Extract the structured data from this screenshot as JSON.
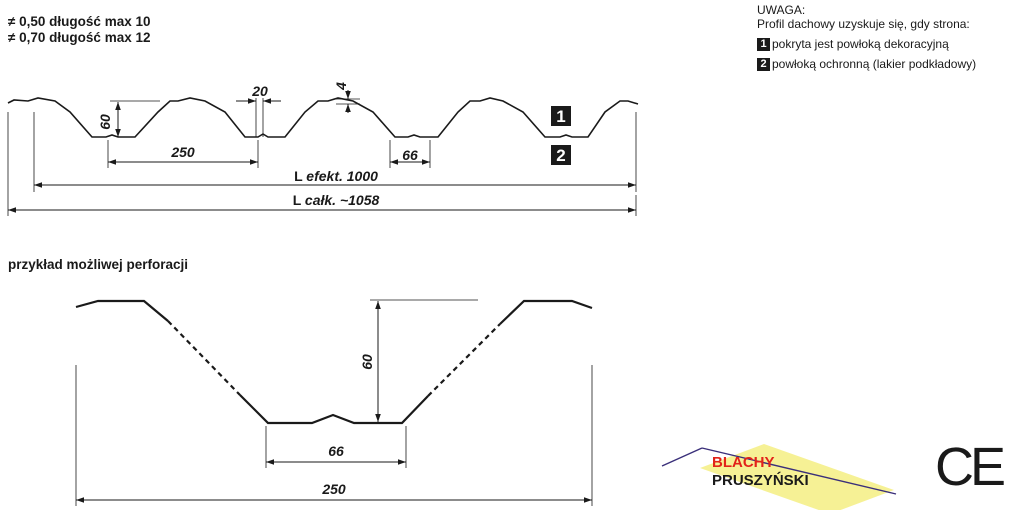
{
  "thickness": {
    "line1": "≠ 0,50 długość max 10",
    "line2": "≠ 0,70 długość max 12"
  },
  "note": {
    "title": "UWAGA:",
    "text": "Profil dachowy uzyskuje się, gdy strona:",
    "items": [
      {
        "num": "1",
        "label": "pokryta jest powłoką dekoracyjną"
      },
      {
        "num": "2",
        "label": "powłoką ochronną (lakier podkładowy)"
      }
    ]
  },
  "profile": {
    "height": "60",
    "rib_width": "20",
    "rib_height": "4",
    "pitch": "250",
    "bottom_width": "66",
    "side_markers": [
      "1",
      "2"
    ],
    "effective_width": "L efekt. 1000",
    "total_width": "L całk. ~1058"
  },
  "perforation": {
    "heading": "przykład możliwej perforacji",
    "height": "60",
    "bottom_width": "66",
    "pitch": "250"
  },
  "logo": {
    "line1": "BLACHY",
    "line2": "PRUSZYŃSKI",
    "colors": {
      "top": "#e2231a",
      "bottom": "#1a1a1a",
      "accent": "#e2231a",
      "diamond": "#f4ee7a",
      "line": "#3a2f7a"
    }
  },
  "ce_mark": "CE"
}
